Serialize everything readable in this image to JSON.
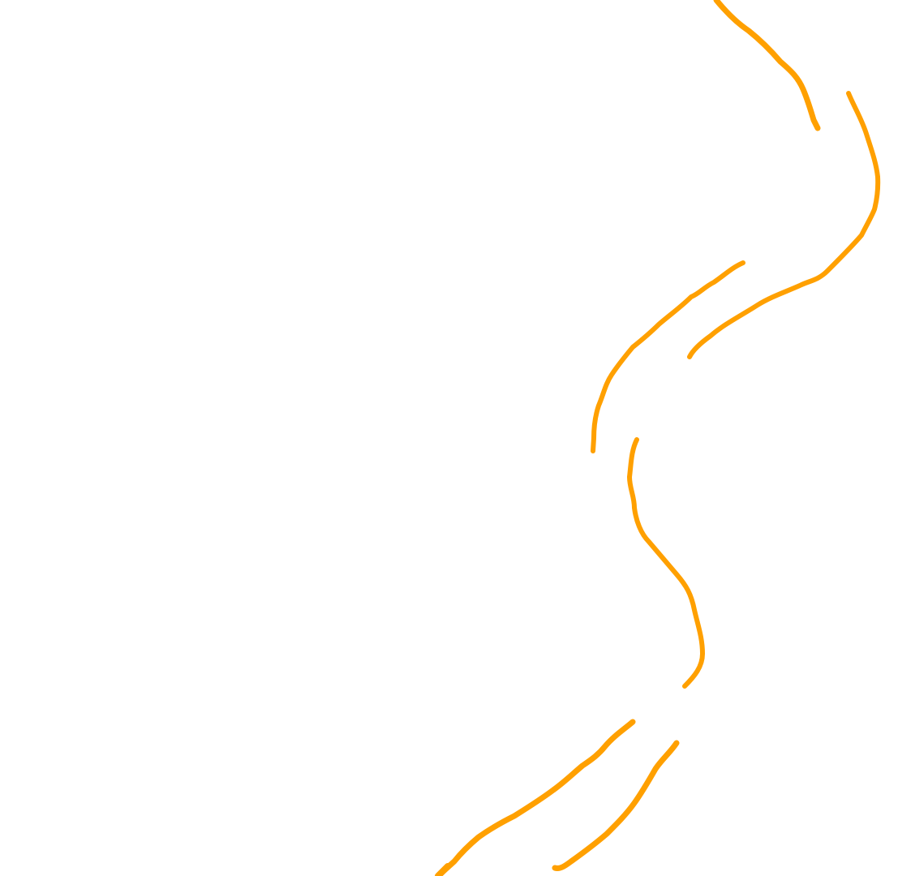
{
  "drawing": {
    "background_color": "#ffffff",
    "stroke_color": "#ffa000",
    "stroke_count": 7,
    "strokes": [
      {
        "name": "stroke-top-right"
      },
      {
        "name": "stroke-right-curve"
      },
      {
        "name": "stroke-middle-diagonal"
      },
      {
        "name": "stroke-middle-s-curve"
      },
      {
        "name": "stroke-lower-diagonal"
      },
      {
        "name": "stroke-bottom-diagonal"
      },
      {
        "name": "stroke-bottom-left"
      }
    ]
  }
}
